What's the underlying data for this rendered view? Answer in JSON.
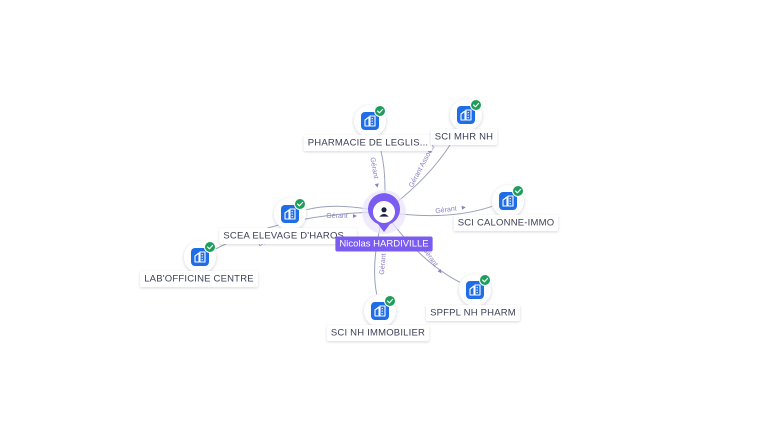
{
  "graph": {
    "center": {
      "name": "Nicolas HARDIVILLE",
      "icon": "person-icon"
    },
    "colors": {
      "accent": "#7b5cf0",
      "accent_light": "#e9e4fb",
      "company_icon": "#1f6ee8",
      "check_badge": "#1e9e5a",
      "edge": "#9aa1b8",
      "edge_label": "#8b80c9"
    },
    "companies": [
      {
        "id": "pharmacie-de-leglis",
        "name": "PHARMACIE DE LEGLIS...",
        "relation": "Gérant",
        "icon": "company-building-icon",
        "badge": "check-badge-icon"
      },
      {
        "id": "sci-mhr-nh",
        "name": "SCI MHR NH",
        "relation": "Gérant Associé",
        "icon": "company-building-icon",
        "badge": "check-badge-icon"
      },
      {
        "id": "sci-calonne-immo",
        "name": "SCI CALONNE-IMMO",
        "relation": "Gérant",
        "icon": "company-building-icon",
        "badge": "check-badge-icon"
      },
      {
        "id": "spfpl-nh-pharm",
        "name": "SPFPL NH PHARM",
        "relation": "Gérant",
        "icon": "company-building-icon",
        "badge": "check-badge-icon"
      },
      {
        "id": "sci-nh-immobilier",
        "name": "SCI NH IMMOBILIER",
        "relation": "Gérant",
        "icon": "company-building-icon",
        "badge": "check-badge-icon"
      },
      {
        "id": "scea-elevage-d-haros",
        "name": "SCEA ELEVAGE D'HAROS...",
        "relation": "Gérant",
        "icon": "company-building-icon",
        "badge": "check-badge-icon"
      },
      {
        "id": "lab-officine-centre",
        "name": "LAB'OFFICINE CENTRE",
        "relation": "Directeur",
        "icon": "company-building-icon",
        "badge": "check-badge-icon"
      }
    ]
  }
}
